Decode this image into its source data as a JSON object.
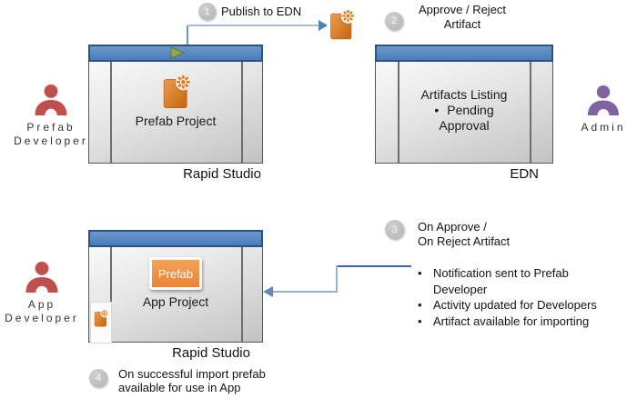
{
  "palette": {
    "titlebar_blue": "#4f81bd",
    "titlebar_border": "#2b5282",
    "window_gray_light": "#f9f9f9",
    "window_gray_dark": "#c3c3c3",
    "actor_red": "#c0504d",
    "actor_purple": "#8064a2",
    "doc_orange": "#dd7a1d",
    "prefab_button_orange": "#ec8435",
    "play_green": "#8faa4b",
    "step_badge_gray": "#bfbfbf",
    "connector_dark": "#4f81bd",
    "connector_light": "#95b3d7"
  },
  "actors": {
    "prefab_developer": {
      "line1": "Prefab",
      "line2": "Developer"
    },
    "admin": {
      "line1": "Admin"
    },
    "app_developer": {
      "line1": "App",
      "line2": "Developer"
    }
  },
  "windows": {
    "prefab_studio": {
      "content": "Prefab Project",
      "caption": "Rapid Studio"
    },
    "edn": {
      "title": "Artifacts Listing",
      "bullet": "•",
      "item_line1": "Pending",
      "item_line2": "Approval",
      "caption": "EDN"
    },
    "app_studio": {
      "button": "Prefab",
      "content": "App Project",
      "caption": "Rapid Studio"
    }
  },
  "steps": {
    "s1": {
      "number": "1",
      "label": "Publish to EDN"
    },
    "s2": {
      "number": "2",
      "line1": "Approve / Reject",
      "line2": "Artifact"
    },
    "s3": {
      "number": "3",
      "line1": "On Approve /",
      "line2": "On Reject Artifact"
    },
    "s4": {
      "number": "4",
      "line1": "On successful import prefab",
      "line2": "available for use in App"
    }
  },
  "notes": {
    "bullet": "•",
    "items": [
      "Notification sent to Prefab Developer",
      "Activity updated for Developers",
      "Artifact available for importing"
    ]
  }
}
